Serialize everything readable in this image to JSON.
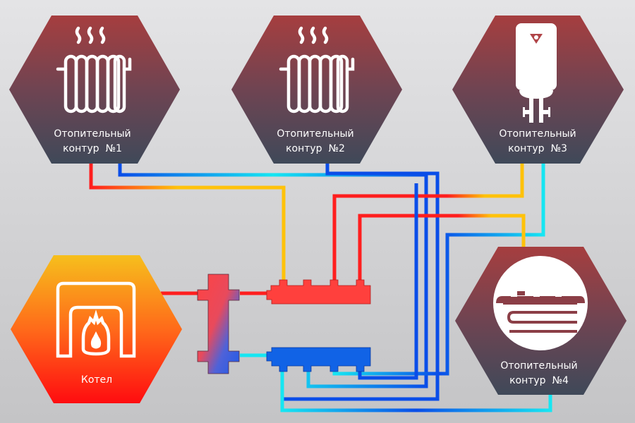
{
  "diagram": {
    "title": "Heating system scheme with hydraulic separator and manifold",
    "boiler": {
      "label": "Котел",
      "icon": "boiler-furnace-icon",
      "gradient": [
        "#f6bf1c",
        "#ff0c10"
      ]
    },
    "circuits": [
      {
        "id": "c1",
        "line1": "Отопительный",
        "line2": "контур  №1",
        "icon": "radiator-icon"
      },
      {
        "id": "c2",
        "line1": "Отопительный",
        "line2": "контур  №2",
        "icon": "radiator-icon"
      },
      {
        "id": "c3",
        "line1": "Отопительный",
        "line2": "контур  №3",
        "icon": "water-heater-icon"
      },
      {
        "id": "c4",
        "line1": "Отопительный",
        "line2": "контур  №4",
        "icon": "underfloor-heating-icon"
      }
    ],
    "components": {
      "hydraulic_separator": "hydraulic-separator",
      "supply_manifold": "supply-manifold",
      "return_manifold": "return-manifold"
    },
    "colors": {
      "hex_top": "#a63e3f",
      "hex_bottom": "#3f4959",
      "supply_hot": "#ff1e1e",
      "supply_warm": "#ffc20a",
      "return_blue": "#0a4de8",
      "return_cyan": "#16e6f2",
      "manifold_red": "#ff403d",
      "manifold_blue": "#1163e6",
      "label_text": "#ffffff"
    }
  }
}
